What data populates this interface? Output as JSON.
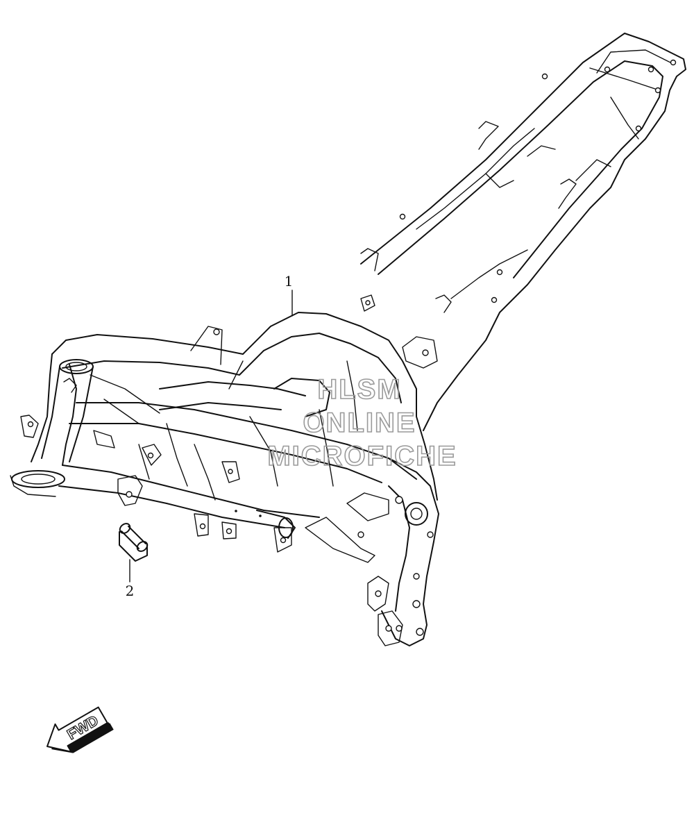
{
  "callouts": [
    {
      "id": "1",
      "label": "1"
    },
    {
      "id": "2",
      "label": "2"
    }
  ],
  "watermark": {
    "line1": "HLSM",
    "line2": "ONLINE",
    "line3": "MICROFICHE",
    "color": "#9a9a9a"
  },
  "direction_marker": {
    "label": "FWD",
    "icon": "arrow-left-down-icon"
  },
  "colors": {
    "line": "#111111",
    "background": "#ffffff"
  }
}
